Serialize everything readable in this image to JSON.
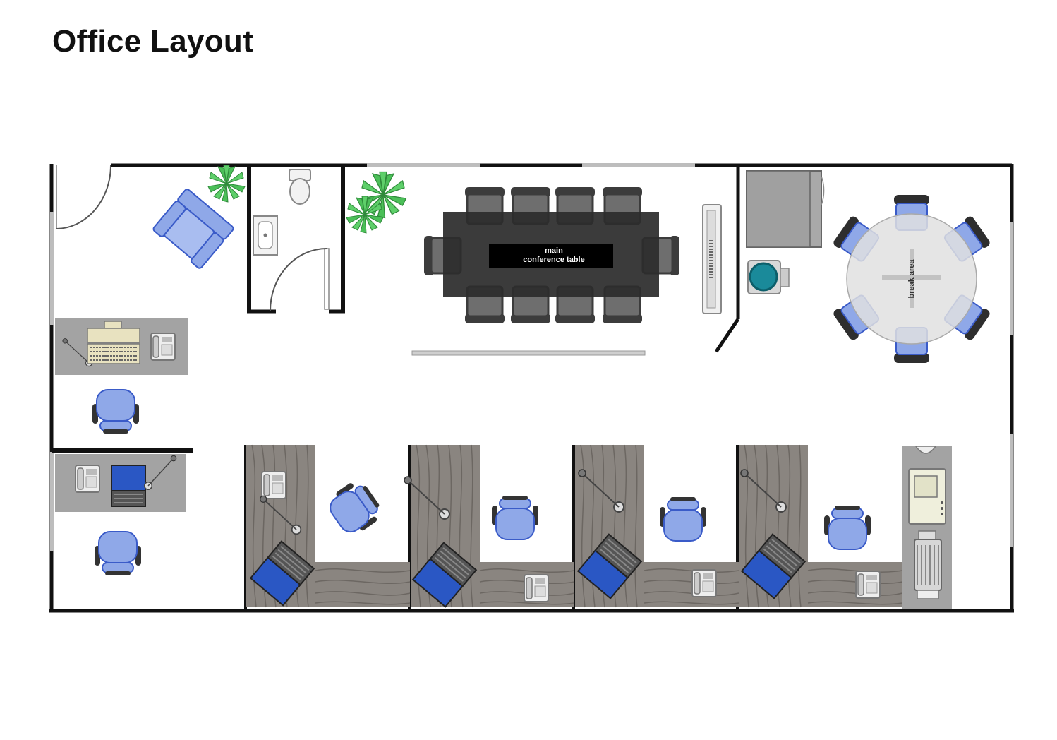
{
  "page": {
    "title": "Office Layout"
  },
  "labels": {
    "conference_line1": "main",
    "conference_line2": "conference table",
    "break_area": "break area"
  },
  "colors": {
    "wall": "#111111",
    "chair_blue": "#8fa8e8",
    "chair_outline": "#3a5bc8",
    "desk_wood": "#8a8580",
    "desk_gray": "#a3a3a3",
    "conference_table": "#2c2c2c",
    "break_table": "#e0e0e0",
    "plant_green": "#5ecf6a",
    "laptop_blue": "#2a57c4",
    "water_teal": "#1a8a9a"
  },
  "icons": [
    "door-swing-icon",
    "plant-icon",
    "armchair-icon",
    "toilet-icon",
    "sink-icon",
    "chair-icon",
    "laptop-icon",
    "phone-icon",
    "computer-icon",
    "tv-screen-icon",
    "fridge-icon",
    "water-cooler-icon",
    "printer-icon",
    "copier-icon"
  ]
}
